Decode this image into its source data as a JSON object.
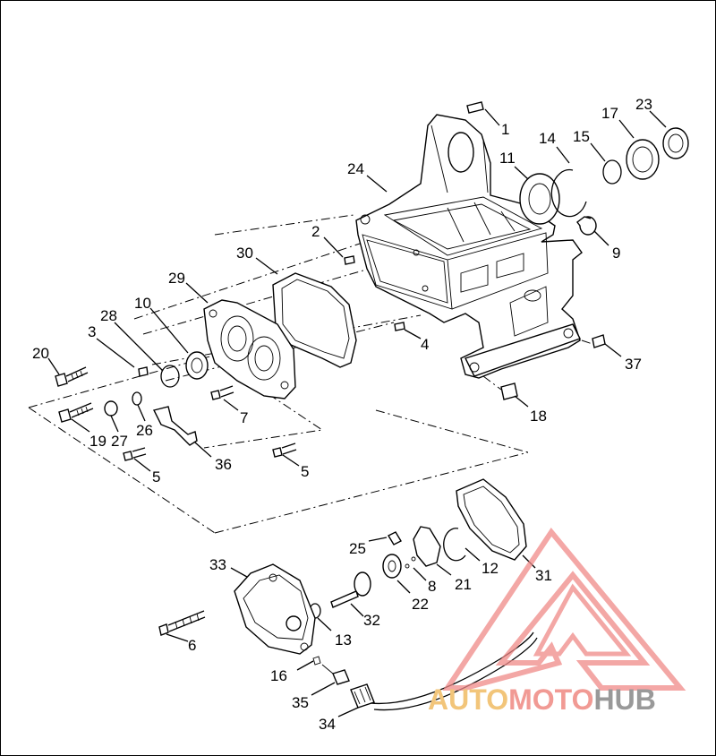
{
  "part_labels": [
    "1",
    "2",
    "3",
    "4",
    "5",
    "5",
    "6",
    "7",
    "8",
    "9",
    "10",
    "11",
    "12",
    "13",
    "14",
    "15",
    "16",
    "17",
    "18",
    "19",
    "20",
    "21",
    "22",
    "23",
    "24",
    "25",
    "26",
    "27",
    "28",
    "29",
    "30",
    "31",
    "32",
    "33",
    "34",
    "35",
    "36",
    "37"
  ],
  "watermark": {
    "part1": "AUTO",
    "part2": "MOTO",
    "part3": "HUB",
    "colors": {
      "auto": "#f2c57a",
      "moto": "#f19a94",
      "hub": "#999999",
      "logo": "#f08a88"
    }
  },
  "colors": {
    "line": "#000000",
    "background": "#ffffff"
  }
}
